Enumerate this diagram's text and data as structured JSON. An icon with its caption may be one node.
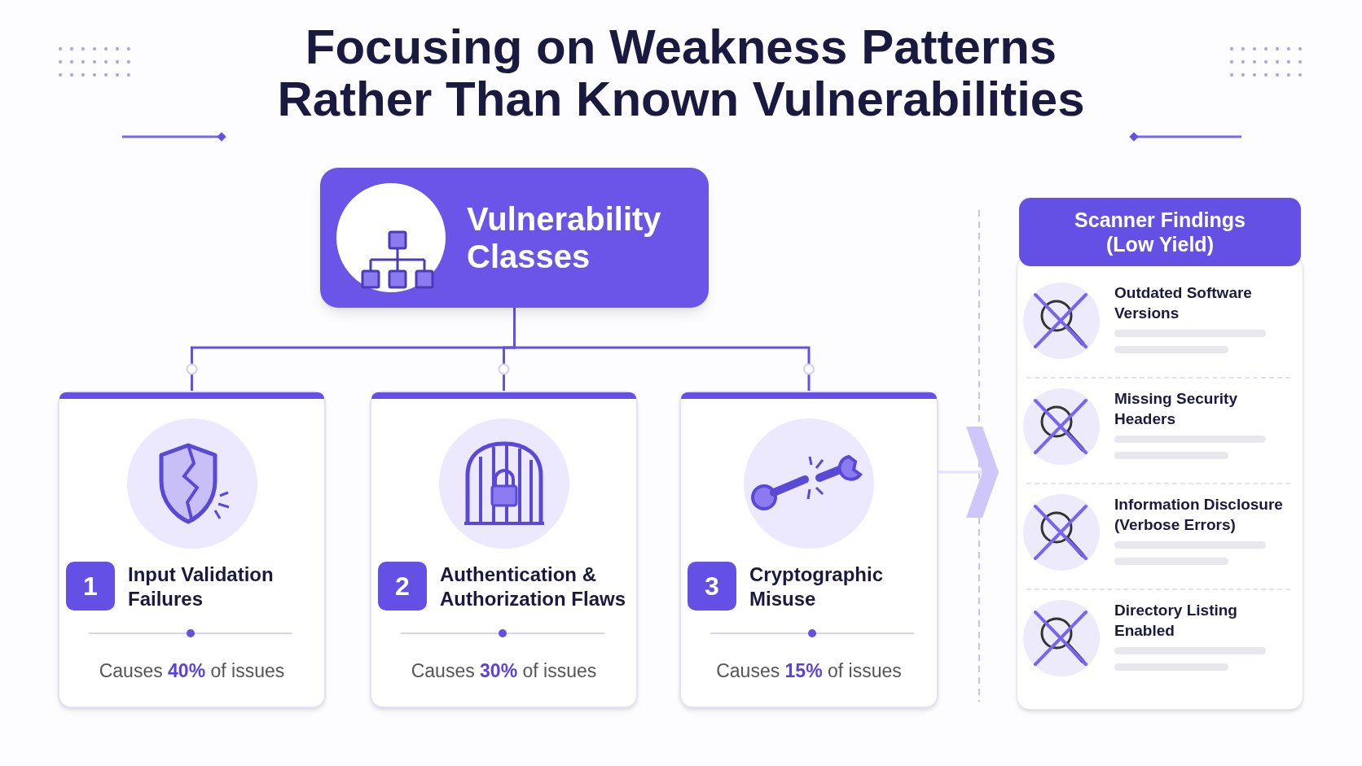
{
  "diagram": {
    "title": "Focusing on Weakness Patterns Rather Than Known Vulnerabilities",
    "nodes": [
      {
        "text": [
          "Vulnerability Classes"
        ]
      },
      {
        "text": [
          "1",
          "Input Validation Failures",
          "Causes **40%** of issues"
        ]
      },
      {
        "text": [
          "2",
          "Authentication & Authorization Flaws",
          "Causes **30%** of issues"
        ]
      },
      {
        "text": [
          "3",
          "Cryptographic Misuse",
          "Causes **15%** of issues"
        ]
      },
      {
        "text": [
          "Scanner Findings (Low Yield)"
        ]
      },
      {
        "text": [
          "Outdated Software Versions"
        ],
        "in": 4
      },
      {
        "text": [
          "Missing Security Headers"
        ],
        "in": 4
      },
      {
        "text": [
          "Information Disclosure (Verbose Errors)"
        ],
        "in": 4
      },
      {
        "text": [
          "Directory Listing Enabled"
        ],
        "in": 4
      }
    ],
    "edges": [
      {
        "from": 0,
        "to": 1,
        "arrow": "none"
      },
      {
        "from": 0,
        "to": 2,
        "arrow": "none"
      },
      {
        "from": 0,
        "to": 3,
        "arrow": "none"
      },
      {
        "from": 3,
        "to": 4,
        "arrow": "to",
        "color": "#e6e1fc"
      }
    ]
  }
}
